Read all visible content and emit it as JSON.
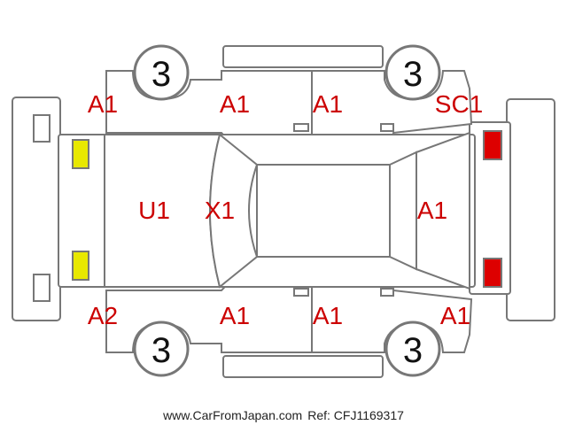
{
  "colors": {
    "outline": "#777777",
    "code_text": "#cc0000",
    "front_lamp": "#e8e800",
    "rear_lamp": "#dd0000",
    "tyre_text": "#111111",
    "footer_text": "#222222"
  },
  "tyres": {
    "top_left": "3",
    "top_right": "3",
    "bottom_left": "3",
    "bottom_right": "3"
  },
  "codes": {
    "top_fender_left": "A1",
    "top_front_door": "A1",
    "top_rear_door": "A1",
    "top_quarter_right": "SC1",
    "hood": "U1",
    "windshield": "X1",
    "tailgate": "A1",
    "bottom_front_bumper_corner": "A2",
    "bottom_front_door": "A1",
    "bottom_rear_door": "A1",
    "bottom_quarter_right": "A1"
  },
  "footer": {
    "site": "www.CarFromJapan.com",
    "ref": "Ref: CFJ1169317"
  }
}
